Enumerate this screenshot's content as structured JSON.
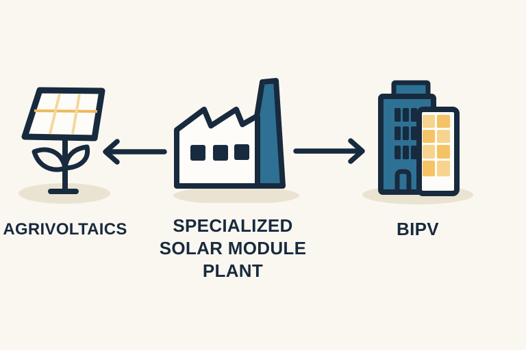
{
  "palette": {
    "bg": "#faf7f1",
    "ink": "#182a3d",
    "teal": "#2e7195",
    "yellow": "#f5c366",
    "yellow-light": "#f7d48d",
    "grid-orange": "#eeb95e",
    "grid-pale": "#f4d79e",
    "shadow": "#ebe3d2",
    "paper": "#fdfcf8"
  },
  "nodes": {
    "agrivoltaics": {
      "label": "AGRIVOLTAICS",
      "icon": "solar-panel-on-plant-icon"
    },
    "factory": {
      "label": "SPECIALIZED SOLAR MODULE PLANT",
      "label_lines": [
        "SPECIALIZED",
        "SOLAR MODULE",
        "PLANT"
      ],
      "icon": "factory-icon"
    },
    "bipv": {
      "label": "BIPV",
      "icon": "office-buildings-icon"
    }
  },
  "arrows": [
    {
      "from": "factory",
      "to": "agrivoltaics",
      "direction": "left"
    },
    {
      "from": "factory",
      "to": "bipv",
      "direction": "right"
    }
  ]
}
